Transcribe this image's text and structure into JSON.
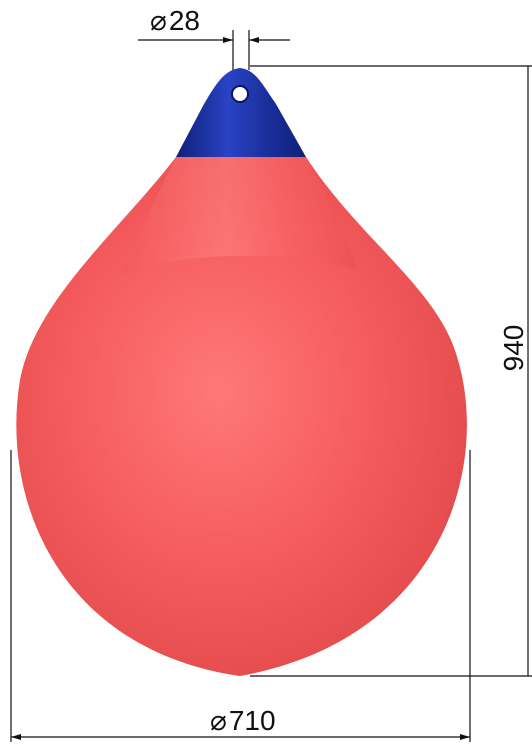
{
  "dimensions": {
    "eye_diameter": {
      "symbol": "⌀",
      "value": "28"
    },
    "height": {
      "value": "940"
    },
    "body_diameter": {
      "symbol": "⌀",
      "value": "710"
    }
  },
  "colors": {
    "buoy_body": "#f45a5c",
    "buoy_highlight": "#ff8c8c",
    "buoy_shade": "#e04a4e",
    "top_cap": "#1a2f9c",
    "top_cap_dark": "#0f1f78",
    "dimension_lines": "#111111"
  }
}
